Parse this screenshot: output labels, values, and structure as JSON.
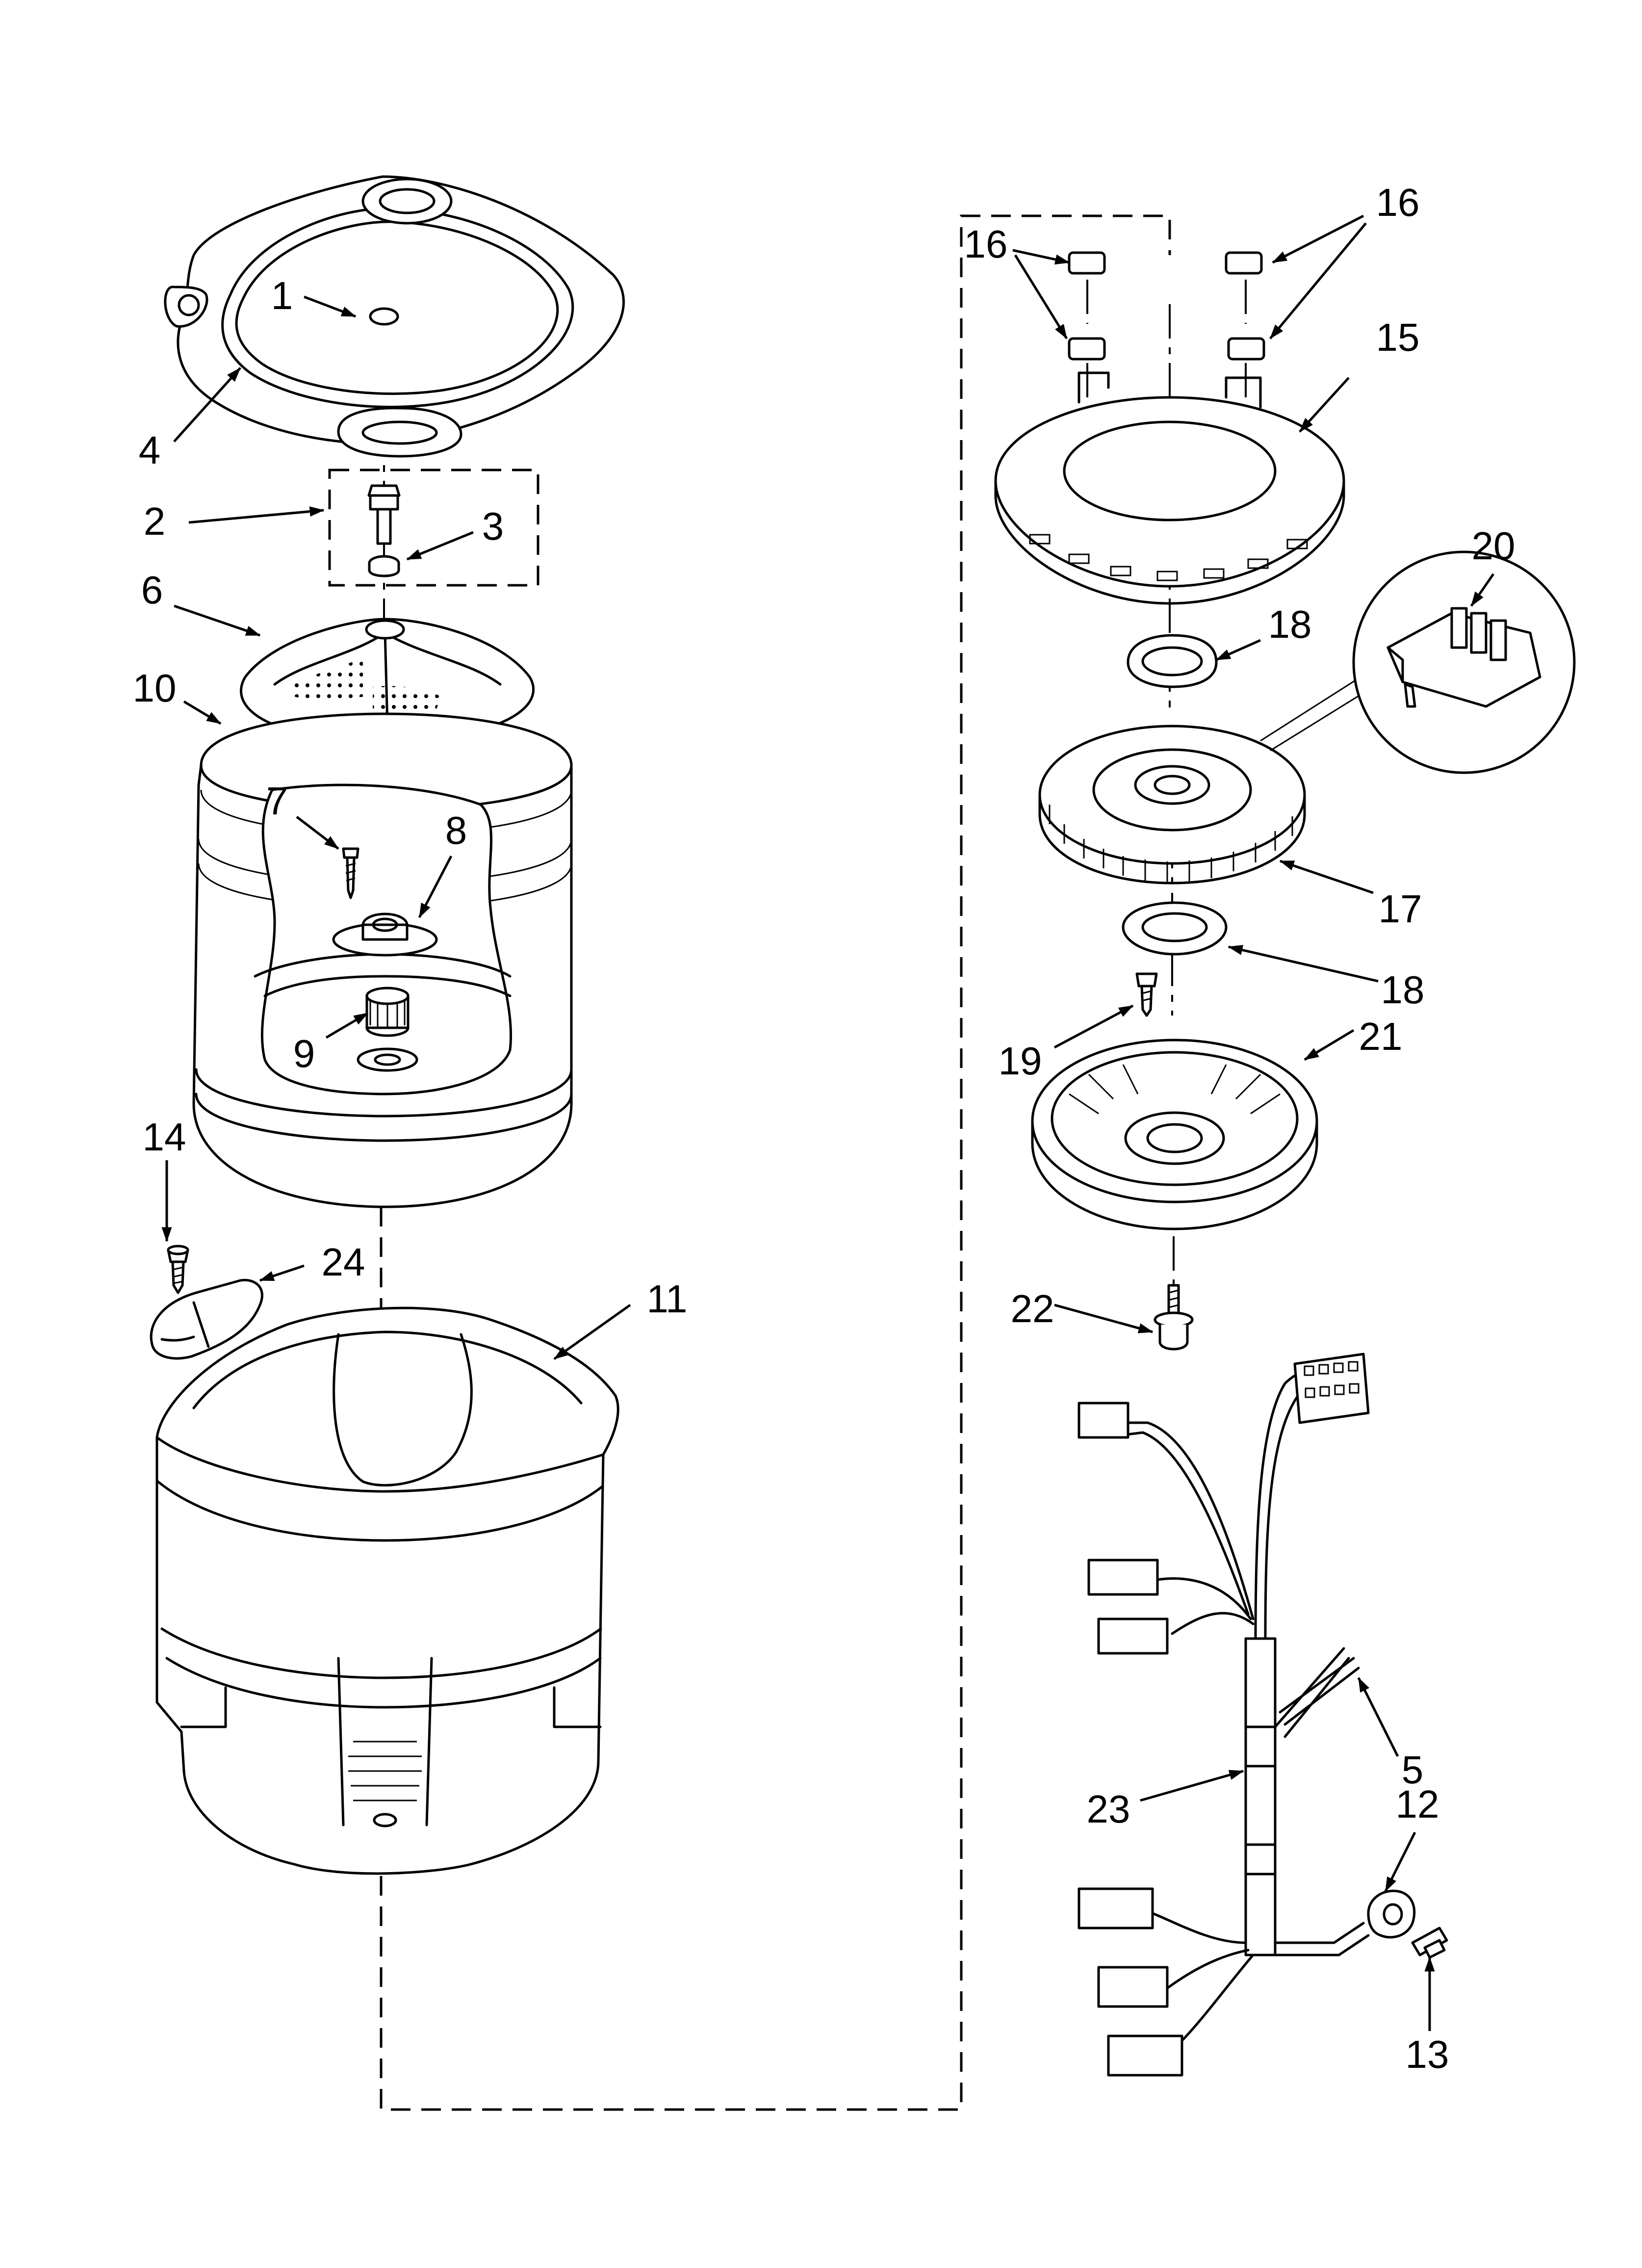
{
  "callouts": {
    "c1": "1",
    "c2": "2",
    "c3": "3",
    "c4": "4",
    "c5": "5",
    "c6": "6",
    "c7": "7",
    "c8": "8",
    "c9": "9",
    "c10": "10",
    "c11": "11",
    "c12": "12",
    "c13": "13",
    "c14": "14",
    "c15": "15",
    "c16a": "16",
    "c16b": "16",
    "c17": "17",
    "c18a": "18",
    "c18b": "18",
    "c19": "19",
    "c20": "20",
    "c21": "21",
    "c22": "22",
    "c23": "23",
    "c24": "24"
  }
}
